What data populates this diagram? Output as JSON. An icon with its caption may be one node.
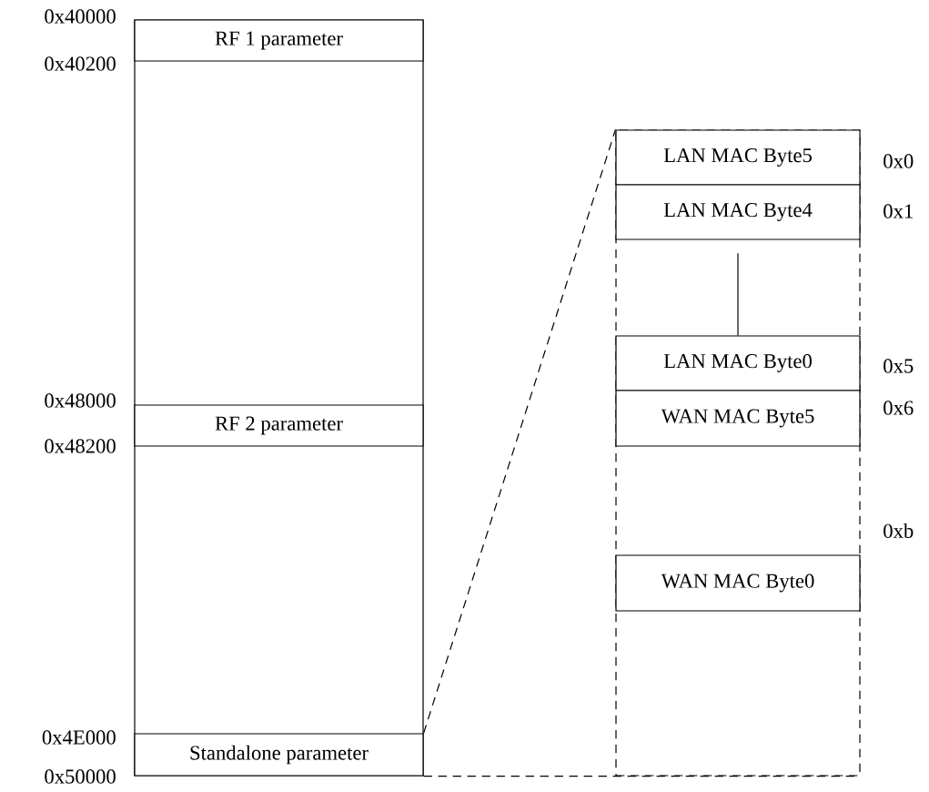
{
  "diagram": {
    "nodes": [
      {
        "text": [],
        "shape": "box"
      },
      {
        "text": [
          "RF 1 parameter"
        ],
        "in": 0
      },
      {
        "text": [
          "RF 2 parameter"
        ],
        "in": 0
      },
      {
        "text": [
          "Standalone parameter"
        ],
        "in": 0
      },
      {
        "text": [],
        "shape": "box"
      },
      {
        "text": [
          "LAN MAC Byte5"
        ],
        "in": 4,
        "beside": [
          "0x0"
        ]
      },
      {
        "text": [
          "LAN MAC Byte4"
        ],
        "in": 4,
        "beside": [
          "0x1"
        ]
      },
      {
        "text": [
          "LAN MAC Byte0"
        ],
        "in": 4,
        "beside": [
          "0x5"
        ]
      },
      {
        "text": [
          "WAN MAC Byte5"
        ],
        "in": 4,
        "beside": [
          "0x6"
        ]
      },
      {
        "text": [
          "WAN MAC Byte0"
        ],
        "in": 4,
        "beside": [
          "0xb"
        ]
      }
    ],
    "edges": [
      {
        "from": 3,
        "to": 4,
        "arrow": "none",
        "style": "dashed"
      },
      {
        "from": 3,
        "to": 4,
        "arrow": "none",
        "style": "dashed"
      },
      {
        "from": 6,
        "to": 7,
        "arrow": "none"
      }
    ],
    "labels": [
      "0x40000",
      "0x40200",
      "0x48000",
      "0x48200",
      "0x4E000",
      "0x50000"
    ]
  }
}
